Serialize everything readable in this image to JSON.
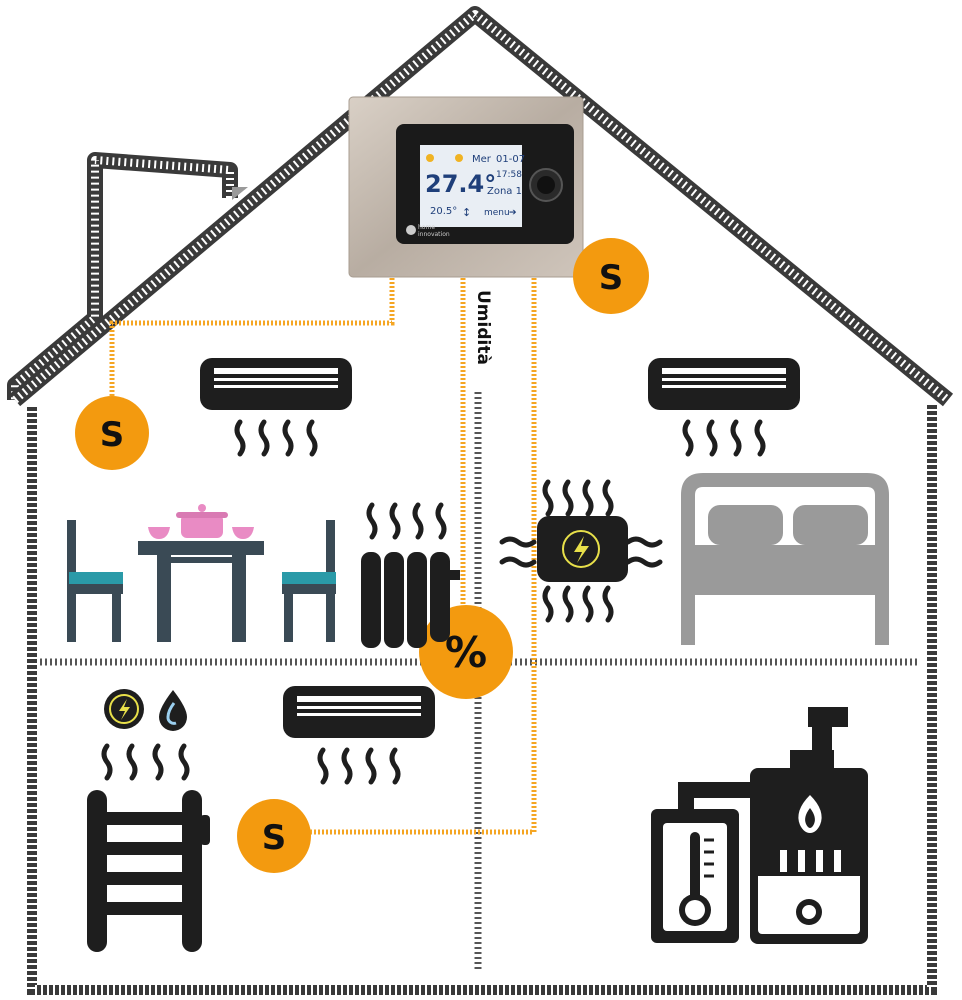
{
  "thermostat": {
    "day": "Mer",
    "date": "01-07",
    "temperature": "27.4°",
    "time": "17:58",
    "zone": "Zona 1",
    "setpoint": "20.5°",
    "menu": "menu",
    "brand_line1": "home",
    "brand_line2": "innovation"
  },
  "labels": {
    "humidity_line": "Umidità",
    "sensor_symbol": "S",
    "humidity_symbol": "%"
  },
  "icons": {
    "sensors": [
      "sensor-icon",
      "sensor-icon",
      "sensor-icon",
      "sensor-icon"
    ],
    "humidity_sensor": "humidity-sensor-icon",
    "appliances": [
      "air-conditioner-icon",
      "radiator-icon",
      "electric-heater-icon",
      "bed-icon",
      "dining-table-icon",
      "towel-radiator-icon",
      "boiler-icon",
      "water-heater-icon"
    ]
  },
  "colors": {
    "sensor_orange": "#f39a0f",
    "line_orange": "#f5a623",
    "wall_dark": "#444444",
    "icon_dark": "#1e1e1e",
    "chair_teal": "#2a9aa8",
    "pot_pink": "#e98bc4",
    "bed_gray": "#9a9a9a",
    "lcd_blue": "#1f3f7a"
  }
}
